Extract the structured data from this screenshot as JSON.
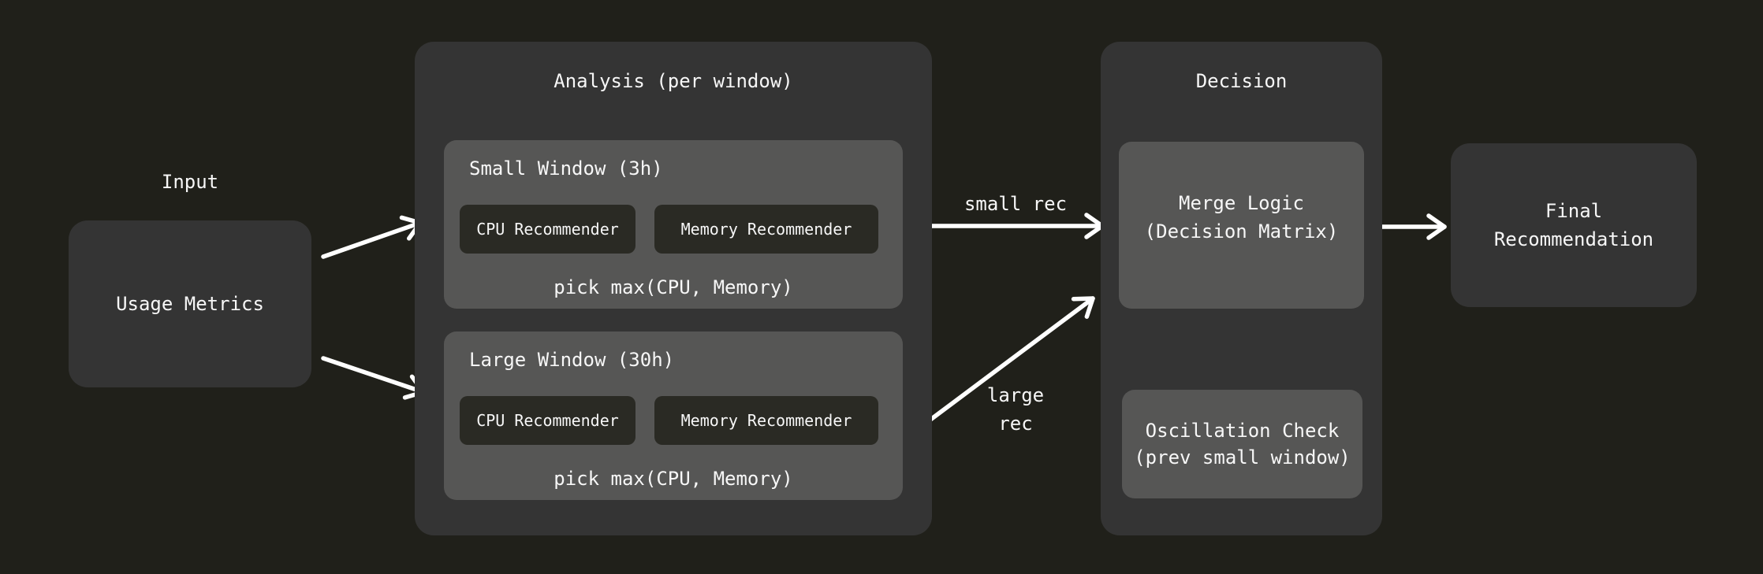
{
  "colors": {
    "background": "#20201a",
    "container": "#343434",
    "inner_node": "#565655",
    "chip": "#2a2a24",
    "text": "#f7f7f7",
    "arrow": "#ffffff"
  },
  "input": {
    "label": "Input",
    "node": "Usage Metrics"
  },
  "analysis": {
    "title": "Analysis (per window)",
    "small_window": {
      "title": "Small Window (3h)",
      "cpu": "CPU Recommender",
      "memory": "Memory Recommender",
      "footer": "pick max(CPU, Memory)"
    },
    "large_window": {
      "title": "Large Window (30h)",
      "cpu": "CPU Recommender",
      "memory": "Memory Recommender",
      "footer": "pick max(CPU, Memory)"
    }
  },
  "edges": {
    "small_rec": "small rec",
    "large_rec_line1": "large",
    "large_rec_line2": "rec"
  },
  "decision": {
    "title": "Decision",
    "merge_line1": "Merge Logic",
    "merge_line2": "(Decision Matrix)",
    "oscillation_line1": "Oscillation Check",
    "oscillation_line2": "(prev small window)"
  },
  "output": {
    "final_line1": "Final",
    "final_line2": "Recommendation"
  }
}
